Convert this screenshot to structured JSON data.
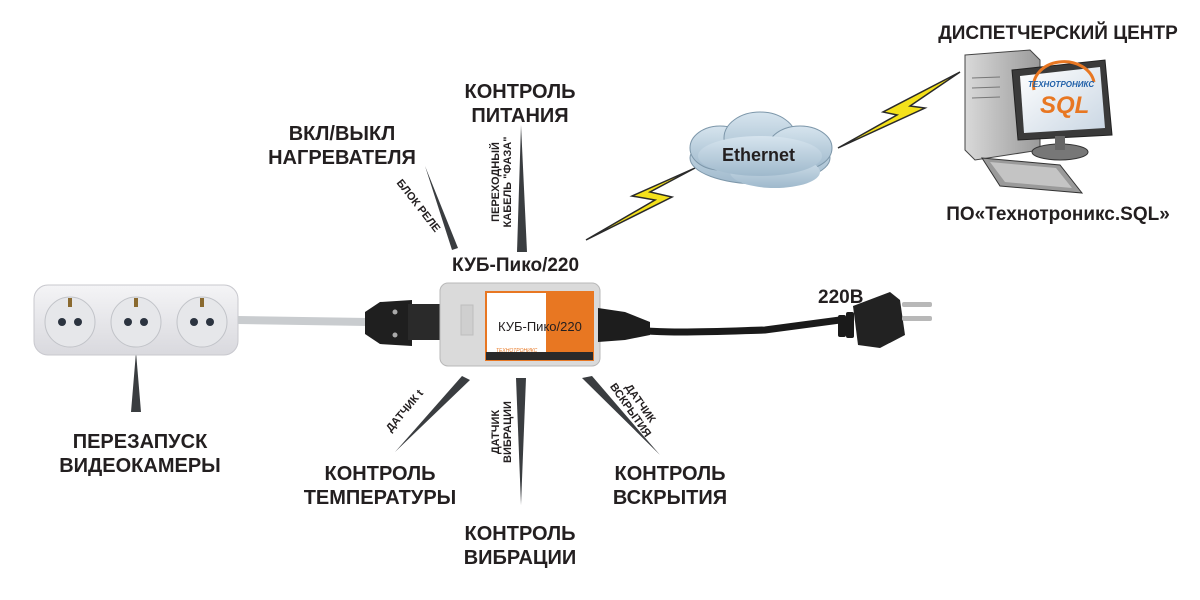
{
  "dispatcher": {
    "title": "ДИСПЕТЧЕРСКИЙ ЦЕНТР",
    "software": "ПО«Технотроникс.SQL»",
    "screen_logo_top": "ТЕХНОТРОНИКС",
    "screen_logo_main": "SQL"
  },
  "network": {
    "cloud_label": "Ethernet"
  },
  "device": {
    "title": "КУБ-Пико/220",
    "box_label": "КУБ-Пико/220",
    "brand": "ТЕХНОТРОНИКС",
    "colors": {
      "orange": "#e87722",
      "body": "#dcdcdc"
    }
  },
  "power": {
    "label": "220В"
  },
  "functions": {
    "heater": {
      "lines": [
        "ВКЛ/ВЫКЛ",
        "НАГРЕВАТЕЛЯ"
      ],
      "via": [
        "БЛОК РЕЛЕ"
      ]
    },
    "power_control": {
      "lines": [
        "КОНТРОЛЬ",
        "ПИТАНИЯ"
      ],
      "via": [
        "ПЕРЕХОДНЫЙ",
        "КАБЕЛЬ \"ФАЗА\""
      ]
    },
    "temperature": {
      "lines": [
        "КОНТРОЛЬ",
        "ТЕМПЕРАТУРЫ"
      ],
      "via": [
        "ДАТЧИК t"
      ]
    },
    "vibration": {
      "lines": [
        "КОНТРОЛЬ",
        "ВИБРАЦИИ"
      ],
      "via": [
        "ДАТЧИК",
        "ВИБРАЦИИ"
      ]
    },
    "opening": {
      "lines": [
        "КОНТРОЛЬ",
        "ВСКРЫТИЯ"
      ],
      "via": [
        "ДАТЧИК",
        "ВСКРЫТИЯ"
      ]
    },
    "camera": {
      "lines": [
        "ПЕРЕЗАПУСК",
        "ВИДЕОКАМЕРЫ"
      ]
    }
  }
}
